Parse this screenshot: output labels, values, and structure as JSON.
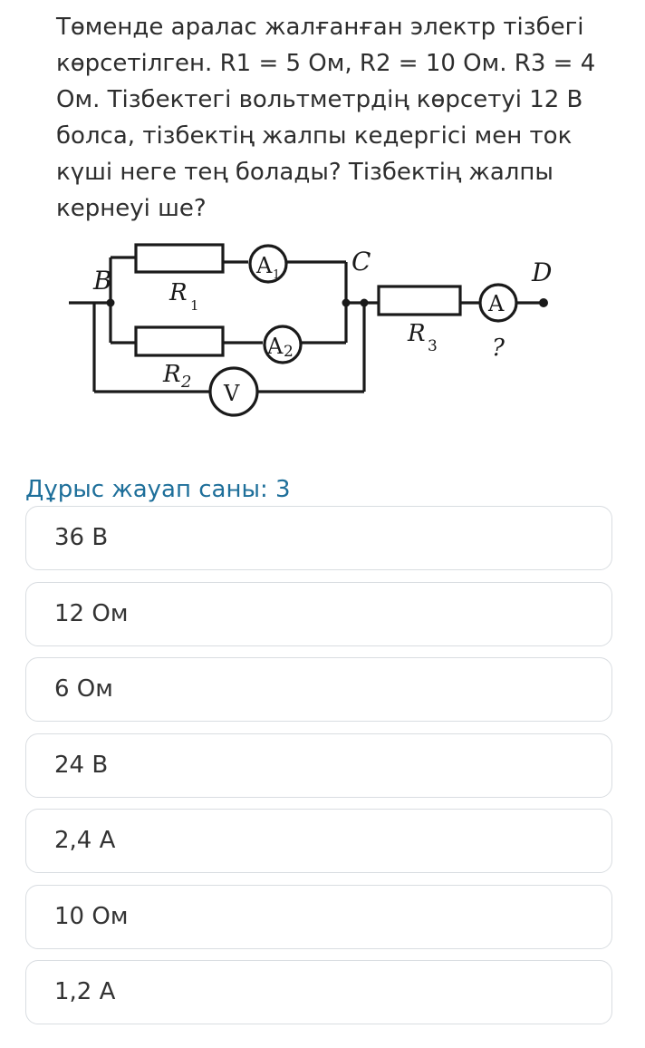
{
  "question": {
    "text": "Төменде аралас жалғанған электр тізбегі көрсетілген. R1 = 5 Ом, R2 = 10 Ом. R3 = 4 Ом. Тізбектегі вольтметрдің көрсетуі 12 В болса, тізбектің жалпы кедергісі мен ток күші неге тең болады? Тізбектің жалпы кернеуі ше?"
  },
  "circuit": {
    "node_b": "B",
    "node_c": "C",
    "node_d": "D",
    "r1_label": "R",
    "r1_sub": "1",
    "r2_label": "R",
    "r2_sub": "2",
    "r3_label": "R",
    "r3_sub": "3",
    "ammeter1_label": "A",
    "ammeter1_sub": "1",
    "ammeter2_label": "A",
    "ammeter2_sub": "2",
    "voltmeter_label": "V",
    "ammeter_label": "A",
    "unknown_mark": "?"
  },
  "correct_count": "Дұрыс жауап саны: 3",
  "answers": [
    {
      "label": "36 В"
    },
    {
      "label": "12 Ом"
    },
    {
      "label": "6 Ом"
    },
    {
      "label": "24 В"
    },
    {
      "label": "2,4 А"
    },
    {
      "label": "10 Ом"
    },
    {
      "label": "1,2 А"
    }
  ]
}
